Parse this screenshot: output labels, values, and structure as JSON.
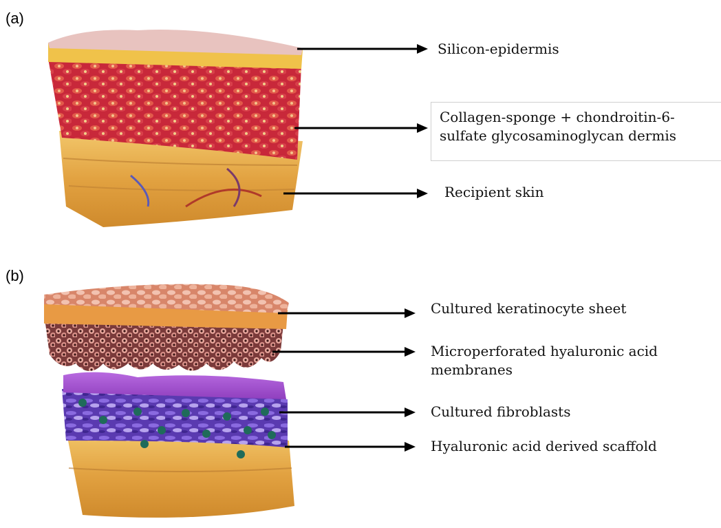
{
  "panels": [
    {
      "label": "(a)",
      "callouts": [
        {
          "text": "Silicon-epidermis"
        },
        {
          "text": "Collagen-sponge + chondroitin-6-\nsulfate glycosaminoglycan dermis"
        },
        {
          "text": "Recipient skin"
        }
      ]
    },
    {
      "label": "(b)",
      "callouts": [
        {
          "text": "Cultured keratinocyte sheet"
        },
        {
          "text": "Microperforated hyaluronic acid\nmembranes"
        },
        {
          "text": "Cultured fibroblasts"
        },
        {
          "text": "Hyaluronic acid derived scaffold"
        }
      ]
    }
  ],
  "colors": {
    "silicon_top": "#e8c3bf",
    "yellow_band": "#f0c24a",
    "dermis_red": "#c8283a",
    "fat_orange": "#e0a040",
    "keratinocyte": "#d8866a",
    "membrane_brown": "#7a3a3a",
    "hyaluronic_purple": "#a24fd0",
    "fibroblast_blue": "#5a3ab0",
    "fibroblast_green": "#1f6b5a"
  }
}
